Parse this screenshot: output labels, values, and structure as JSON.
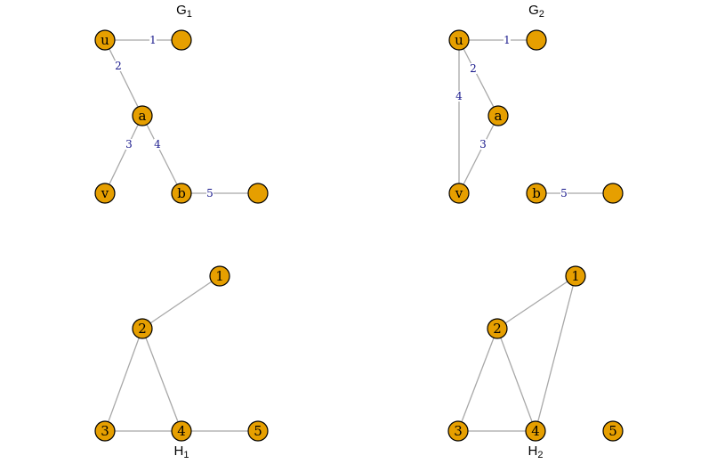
{
  "graphs": [
    {
      "id": "g1",
      "title": "G",
      "title_sub": "1",
      "nodes": [
        {
          "id": "u",
          "label": "u"
        },
        {
          "id": "n1",
          "label": ""
        },
        {
          "id": "a",
          "label": "a"
        },
        {
          "id": "v",
          "label": "v"
        },
        {
          "id": "b",
          "label": "b"
        },
        {
          "id": "n2",
          "label": ""
        }
      ],
      "edges": [
        {
          "from": "u",
          "to": "n1",
          "label": "1"
        },
        {
          "from": "u",
          "to": "a",
          "label": "2"
        },
        {
          "from": "a",
          "to": "v",
          "label": "3"
        },
        {
          "from": "a",
          "to": "b",
          "label": "4"
        },
        {
          "from": "b",
          "to": "n2",
          "label": "5"
        }
      ]
    },
    {
      "id": "g2",
      "title": "G",
      "title_sub": "2",
      "nodes": [
        {
          "id": "u",
          "label": "u"
        },
        {
          "id": "n1",
          "label": ""
        },
        {
          "id": "a",
          "label": "a"
        },
        {
          "id": "v",
          "label": "v"
        },
        {
          "id": "b",
          "label": "b"
        },
        {
          "id": "n2",
          "label": ""
        }
      ],
      "edges": [
        {
          "from": "u",
          "to": "n1",
          "label": "1"
        },
        {
          "from": "u",
          "to": "a",
          "label": "2"
        },
        {
          "from": "a",
          "to": "v",
          "label": "3"
        },
        {
          "from": "u",
          "to": "v",
          "label": "4"
        },
        {
          "from": "b",
          "to": "n2",
          "label": "5"
        }
      ]
    },
    {
      "id": "h1",
      "title": "H",
      "title_sub": "1",
      "nodes": [
        {
          "id": "1",
          "label": "1"
        },
        {
          "id": "2",
          "label": "2"
        },
        {
          "id": "3",
          "label": "3"
        },
        {
          "id": "4",
          "label": "4"
        },
        {
          "id": "5",
          "label": "5"
        }
      ],
      "edges": [
        {
          "from": "2",
          "to": "1",
          "label": ""
        },
        {
          "from": "2",
          "to": "3",
          "label": ""
        },
        {
          "from": "2",
          "to": "4",
          "label": ""
        },
        {
          "from": "3",
          "to": "4",
          "label": ""
        },
        {
          "from": "4",
          "to": "5",
          "label": ""
        }
      ]
    },
    {
      "id": "h2",
      "title": "H",
      "title_sub": "2",
      "nodes": [
        {
          "id": "1",
          "label": "1"
        },
        {
          "id": "2",
          "label": "2"
        },
        {
          "id": "3",
          "label": "3"
        },
        {
          "id": "4",
          "label": "4"
        },
        {
          "id": "5",
          "label": "5"
        }
      ],
      "edges": [
        {
          "from": "2",
          "to": "1",
          "label": ""
        },
        {
          "from": "1",
          "to": "4",
          "label": ""
        },
        {
          "from": "2",
          "to": "3",
          "label": ""
        },
        {
          "from": "2",
          "to": "4",
          "label": ""
        },
        {
          "from": "3",
          "to": "4",
          "label": ""
        }
      ]
    }
  ],
  "colors": {
    "node_fill": "#e69f00",
    "node_stroke": "#000000",
    "edge": "#a8a8a8",
    "edge_label": "#1a1a8c"
  }
}
